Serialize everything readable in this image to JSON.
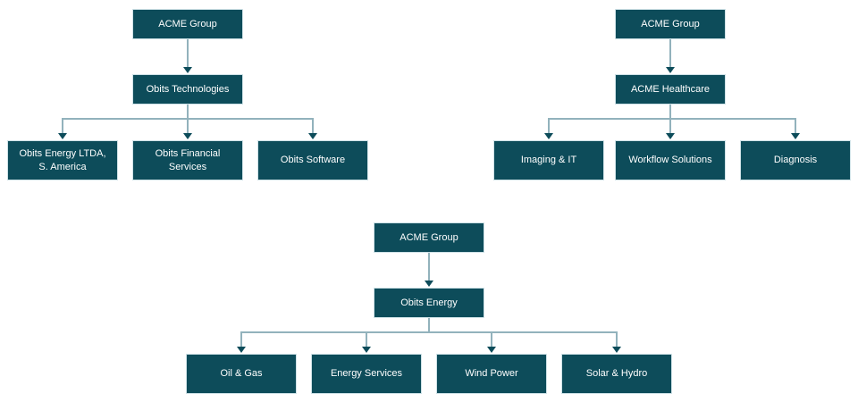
{
  "page": {
    "background": "#ffffff"
  },
  "colors": {
    "background": "#ffffff",
    "box_fill": "#0d4c5a",
    "box_border": "#cfe2e7",
    "box_text": "#ffffff",
    "connector_line": "#92b2bc",
    "arrowhead": "#0d4c5a"
  },
  "charts": [
    {
      "id": "obits-technologies-org",
      "root": "ACME Group",
      "mid": "Obits Technologies",
      "children": [
        "Obits Energy LTDA, S. America",
        "Obits Financial Services",
        "Obits Software"
      ]
    },
    {
      "id": "acme-healthcare-org",
      "root": "ACME Group",
      "mid": "ACME Healthcare",
      "children": [
        "Imaging & IT",
        "Workflow Solutions",
        "Diagnosis"
      ]
    },
    {
      "id": "obits-energy-org",
      "root": "ACME Group",
      "mid": "Obits Energy",
      "children": [
        "Oil & Gas",
        "Energy Services",
        "Wind Power",
        "Solar & Hydro"
      ]
    }
  ]
}
